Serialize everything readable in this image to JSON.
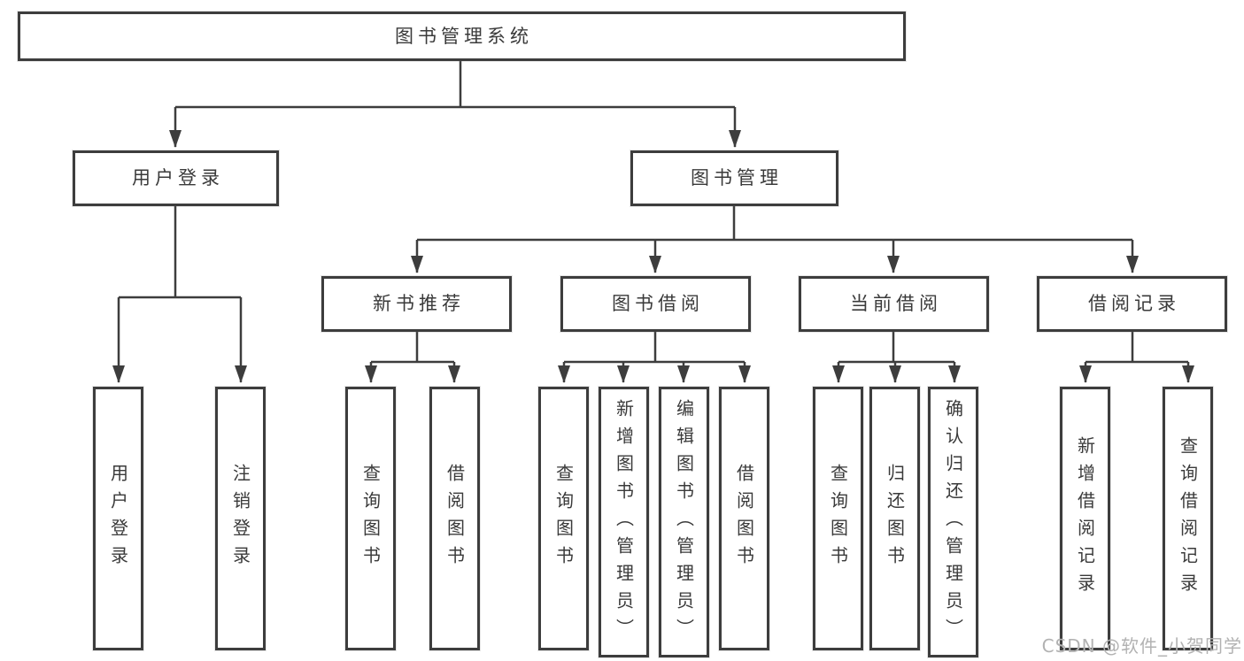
{
  "diagram": {
    "watermark": "CSDN @软件_小贺同学",
    "colors": {
      "line": "#3d3d3d",
      "text": "#3a3a3a",
      "background": "#ffffff",
      "watermark": "#b2b2b2"
    },
    "tree": {
      "root": {
        "label": "图书管理系统"
      },
      "branches": [
        {
          "label": "用户登录",
          "children": [
            {
              "label": "用户登录"
            },
            {
              "label": "注销登录"
            }
          ]
        },
        {
          "label": "图书管理",
          "children": [
            {
              "label": "新书推荐",
              "children": [
                {
                  "label": "查询图书"
                },
                {
                  "label": "借阅图书"
                }
              ]
            },
            {
              "label": "图书借阅",
              "children": [
                {
                  "label": "查询图书"
                },
                {
                  "label": "新增图书（管理员）"
                },
                {
                  "label": "编辑图书（管理员）"
                },
                {
                  "label": "借阅图书"
                }
              ]
            },
            {
              "label": "当前借阅",
              "children": [
                {
                  "label": "查询图书"
                },
                {
                  "label": "归还图书"
                },
                {
                  "label": "确认归还（管理员）"
                }
              ]
            },
            {
              "label": "借阅记录",
              "children": [
                {
                  "label": "新增借阅记录"
                },
                {
                  "label": "查询借阅记录"
                }
              ]
            }
          ]
        }
      ]
    }
  }
}
